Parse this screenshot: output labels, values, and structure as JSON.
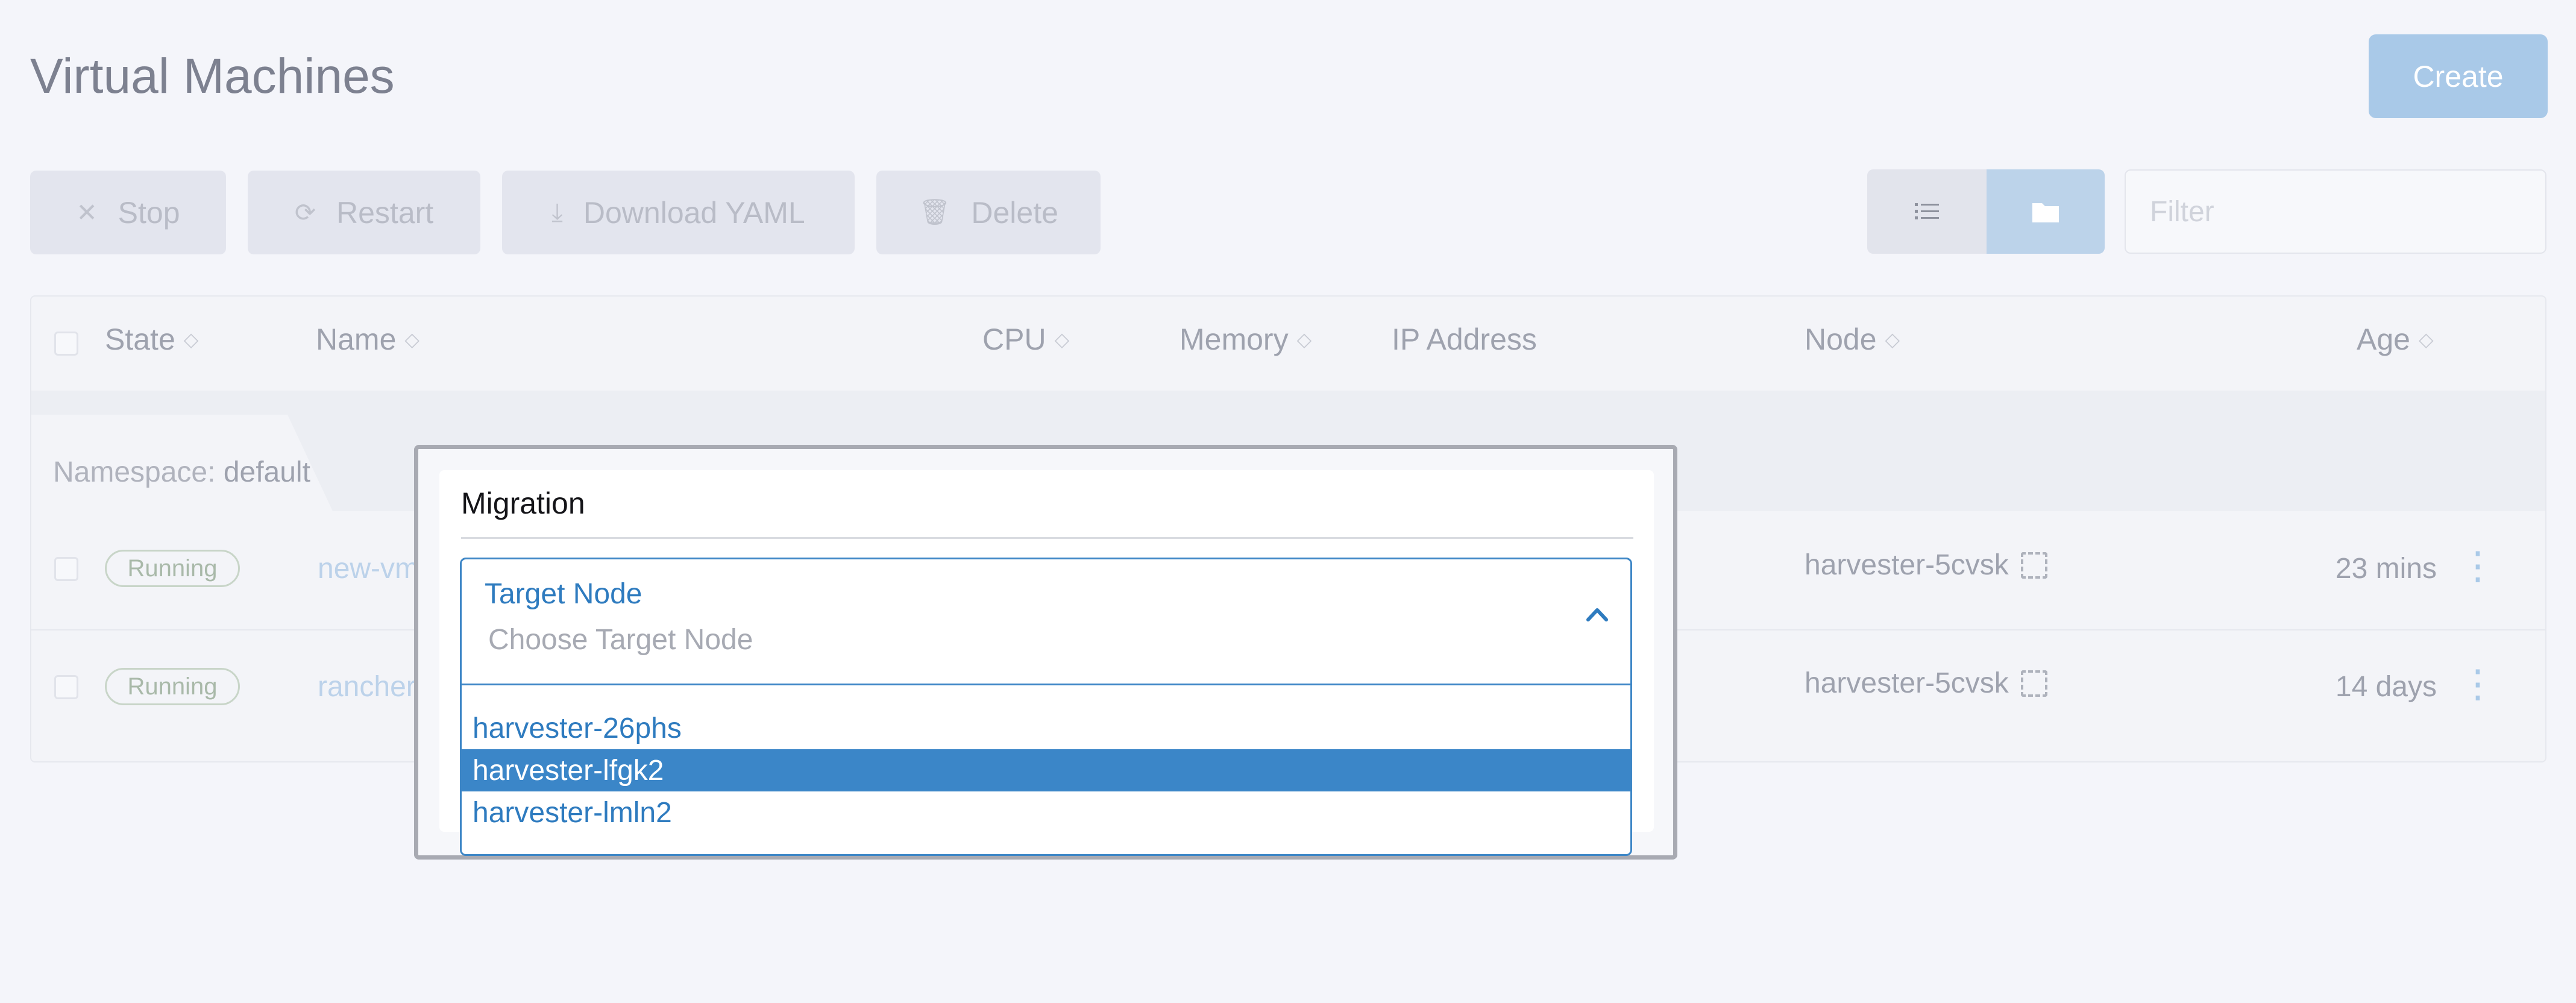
{
  "page": {
    "title": "Virtual Machines",
    "create_label": "Create"
  },
  "toolbar": {
    "stop_label": "Stop",
    "restart_label": "Restart",
    "download_label": "Download YAML",
    "delete_label": "Delete",
    "filter_placeholder": "Filter"
  },
  "table": {
    "headers": {
      "state": "State",
      "name": "Name",
      "cpu": "CPU",
      "memory": "Memory",
      "ip": "IP Address",
      "node": "Node",
      "age": "Age"
    },
    "group": {
      "prefix": "Namespace:",
      "value": "default"
    },
    "rows": [
      {
        "state": "Running",
        "name": "new-vm",
        "node": "harvester-5cvsk",
        "age": "23 mins"
      },
      {
        "state": "Running",
        "name": "rancher",
        "node": "harvester-5cvsk",
        "age": "14 days"
      }
    ]
  },
  "modal": {
    "title": "Migration",
    "select": {
      "label": "Target Node",
      "placeholder": "Choose Target Node",
      "options": [
        "harvester-26phs",
        "harvester-lfgk2",
        "harvester-lmln2"
      ],
      "highlighted": "harvester-lfgk2"
    }
  },
  "icons": {
    "stop": "close-icon",
    "restart": "refresh-icon",
    "download": "download-icon",
    "delete": "trash-icon",
    "list_view": "list-icon",
    "folder_view": "folder-icon",
    "copy": "copy-icon",
    "kebab": "more-vertical-icon",
    "caret": "chevron-up-icon"
  },
  "colors": {
    "accent": "#3b86c8",
    "primary_button": "#a9c9e8",
    "running": "#a9b9a9"
  }
}
